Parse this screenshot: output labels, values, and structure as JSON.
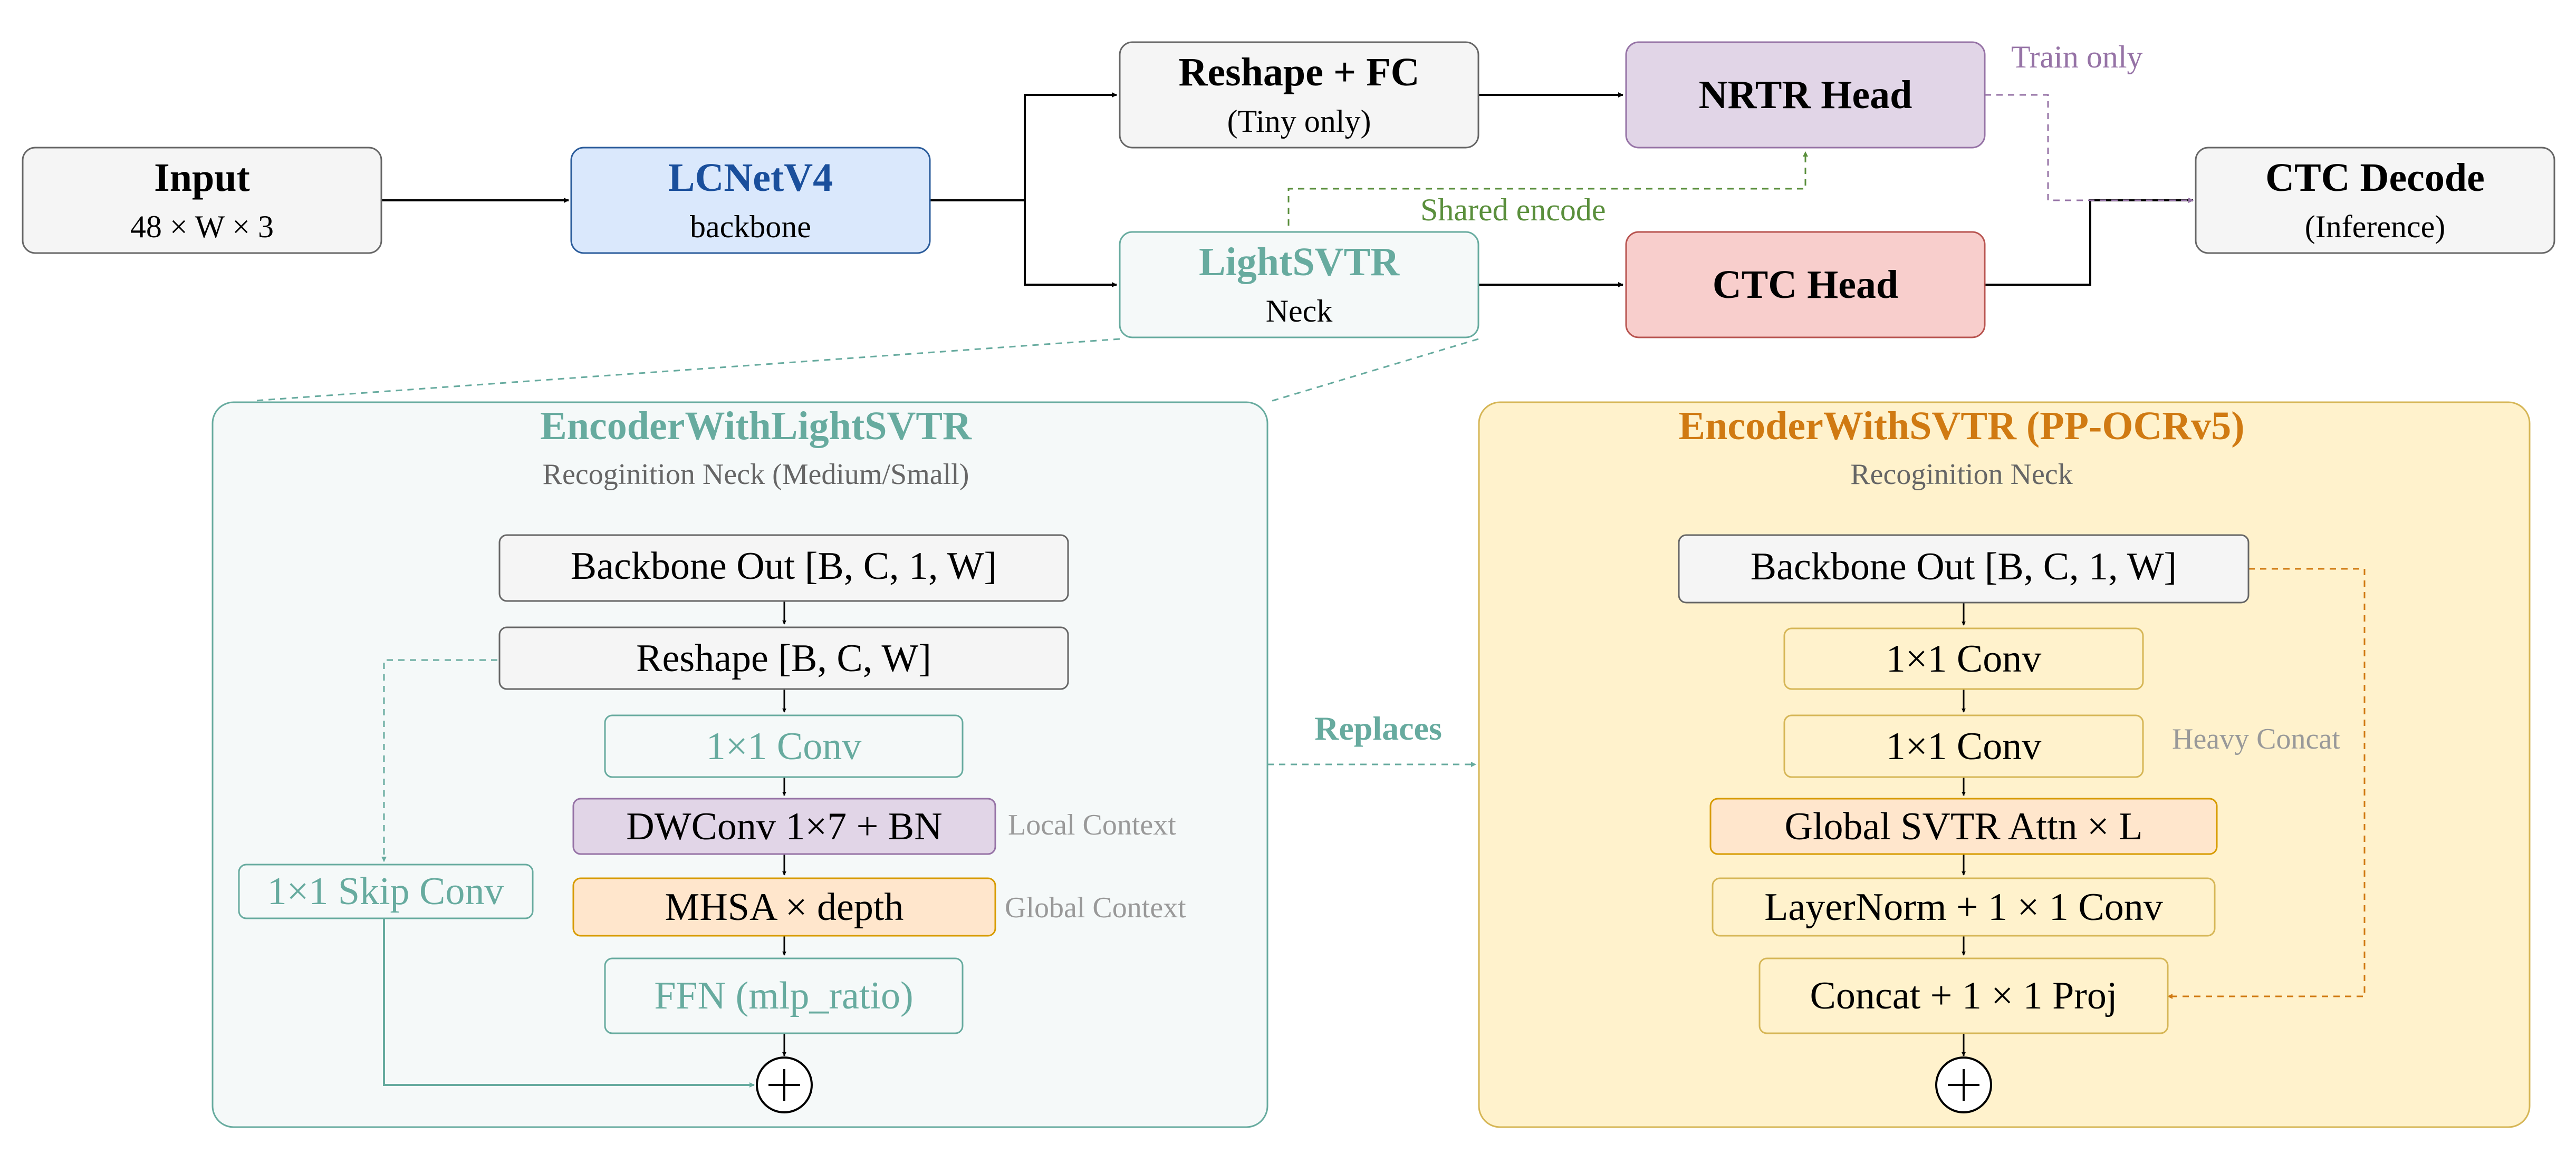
{
  "colors": {
    "black": "#000000",
    "gray_fill": "#f5f5f5",
    "gray_stroke": "#666666",
    "blue_fill": "#dae8fc",
    "blue_stroke": "#2b5c9b",
    "blue_text": "#1a4f9c",
    "teal": "#67ab9f",
    "teal_fill": "#f5f9f9",
    "purple": "#9673a6",
    "purple_fill": "#e1d5e7",
    "red_fill": "#f8cecc",
    "red_stroke": "#b85450",
    "green": "#5a8f3c",
    "yellow_fill": "#fff2cc",
    "yellow_stroke": "#d6b656",
    "orange": "#d07a12",
    "orange_fill": "#ffe6cc",
    "orange_stroke": "#d79b00",
    "note_gray": "#999999"
  },
  "top": {
    "input": {
      "title": "Input",
      "sub": "48 × W × 3"
    },
    "backbone": {
      "title": "LCNetV4",
      "sub": "backbone"
    },
    "reshape_fc": {
      "title": "Reshape + FC",
      "sub": "(Tiny only)"
    },
    "neck": {
      "title": "LightSVTR",
      "sub": "Neck"
    },
    "nrtr": {
      "title": "NRTR Head"
    },
    "ctc_head": {
      "title": "CTC Head"
    },
    "ctc_decode": {
      "title": "CTC Decode",
      "sub": "(Inference)"
    },
    "train_only": "Train only",
    "shared_encode": "Shared encode"
  },
  "light_panel": {
    "title": "EncoderWithLightSVTR",
    "subtitle": "Recoginition Neck (Medium/Small)",
    "backbone_out": "Backbone Out [B, C, 1, W]",
    "reshape": "Reshape [B, C, W]",
    "conv1": "1×1 Conv",
    "dwconv": "DWConv 1×7 + BN",
    "local_context": "Local Context",
    "mhsa": "MHSA × depth",
    "global_context": "Global Context",
    "ffn": "FFN (mlp_ratio)",
    "skip_conv": "1×1 Skip Conv"
  },
  "replaces": "Replaces",
  "svtr_panel": {
    "title": "EncoderWithSVTR (PP-OCRv5)",
    "subtitle": "Recoginition Neck",
    "backbone_out": "Backbone Out [B, C, 1, W]",
    "conv_a": "1×1 Conv",
    "conv_b": "1×1 Conv",
    "heavy_concat": "Heavy Concat",
    "global_attn": "Global SVTR Attn × L",
    "layernorm": "LayerNorm + 1 × 1 Conv",
    "concat_proj": "Concat + 1 × 1 Proj"
  }
}
